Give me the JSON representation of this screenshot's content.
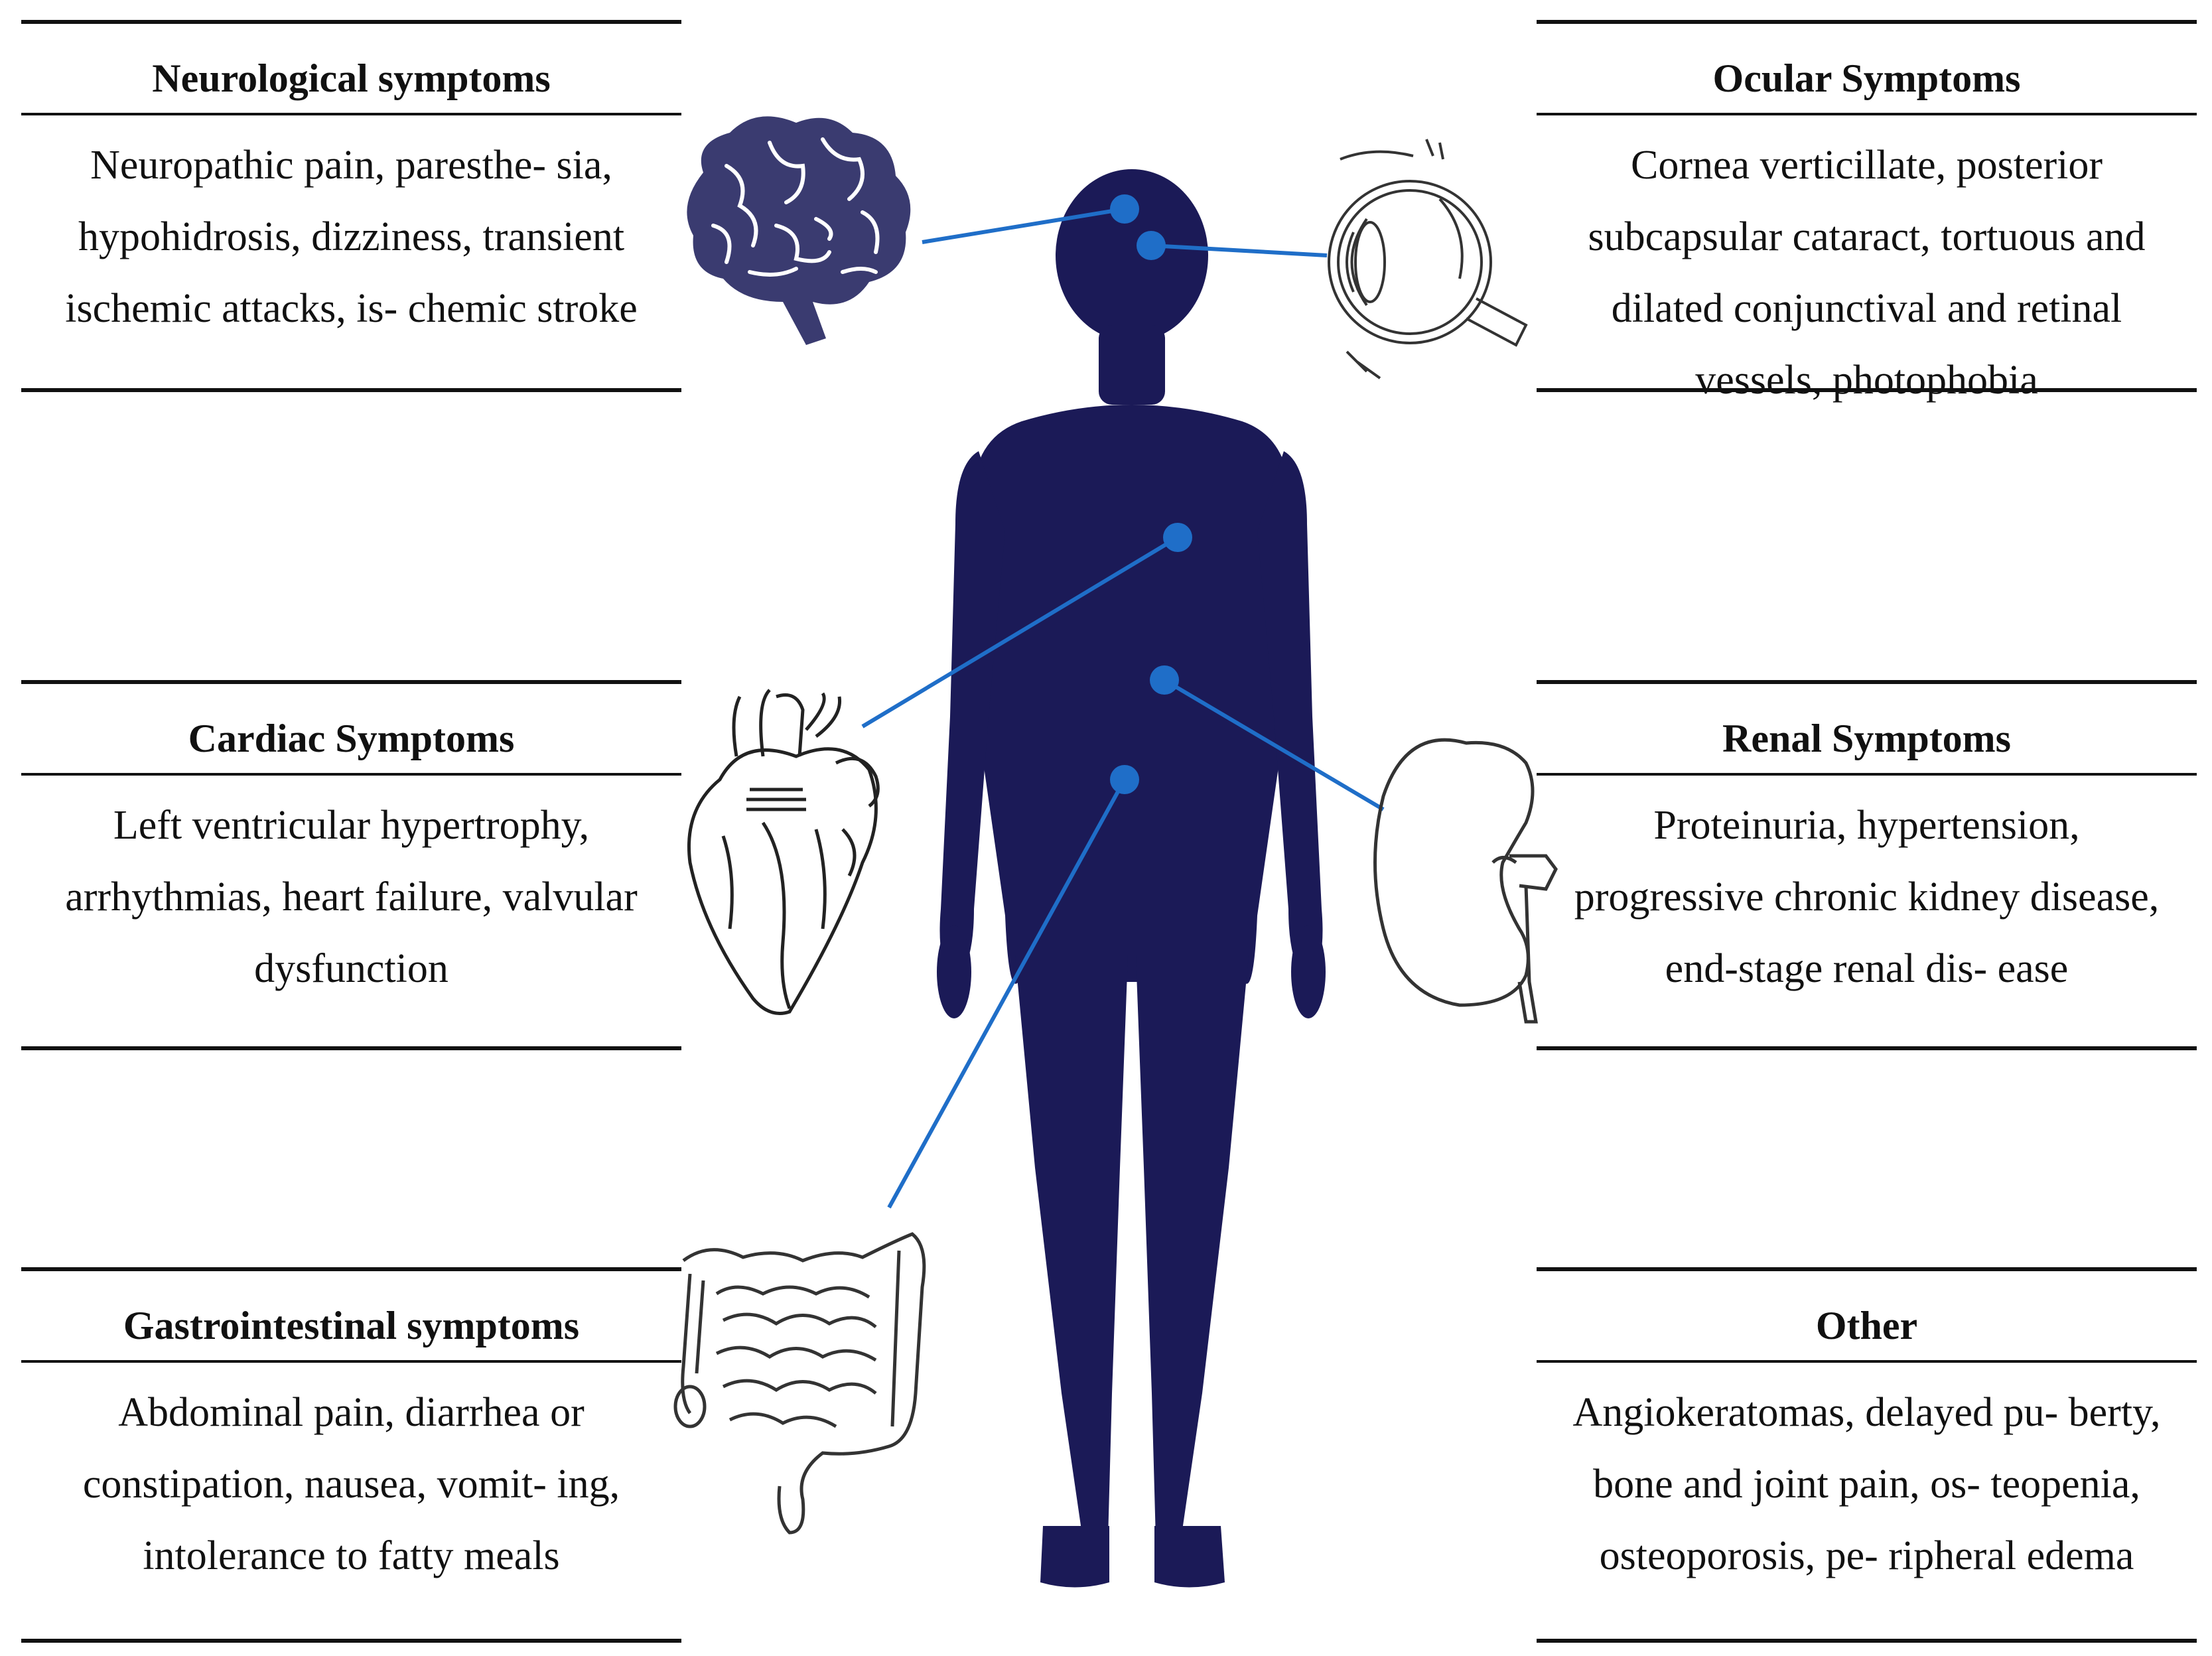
{
  "panels": [
    {
      "title": "Neurological symptoms",
      "text": "Neuropathic pain, paresthe- sia, hypohidrosis, dizziness, transient ischemic attacks, is- chemic stroke",
      "icon": "brain-icon"
    },
    {
      "title": "Ocular Symptoms",
      "text": "Cornea verticillate, posterior subcapsular cataract, tortuous and dilated conjunctival and retinal vessels, photophobia",
      "icon": "eye-icon"
    },
    {
      "title": "Cardiac Symptoms",
      "text": "Left ventricular hypertrophy, arrhythmias, heart failure, valvular dysfunction",
      "icon": "heart-icon"
    },
    {
      "title": "Renal Symptoms",
      "text": "Proteinuria, hypertension, progressive chronic kidney disease, end-stage renal dis- ease",
      "icon": "kidney-icon"
    },
    {
      "title": "Gastrointestinal symptoms",
      "text": "Abdominal pain, diarrhea or constipation, nausea, vomit- ing, intolerance to fatty meals",
      "icon": "intestine-icon"
    },
    {
      "title": "Other",
      "text": "Angiokeratomas, delayed pu- berty, bone and joint pain, os- teopenia, osteoporosis, pe- ripheral edema",
      "icon": ""
    }
  ],
  "colors": {
    "silhouette": "#1b1a57",
    "connector": "#1f6ec8",
    "marker": "#1f6ec8",
    "organ_fill": "#3a3b70",
    "line_art": "#222222"
  }
}
